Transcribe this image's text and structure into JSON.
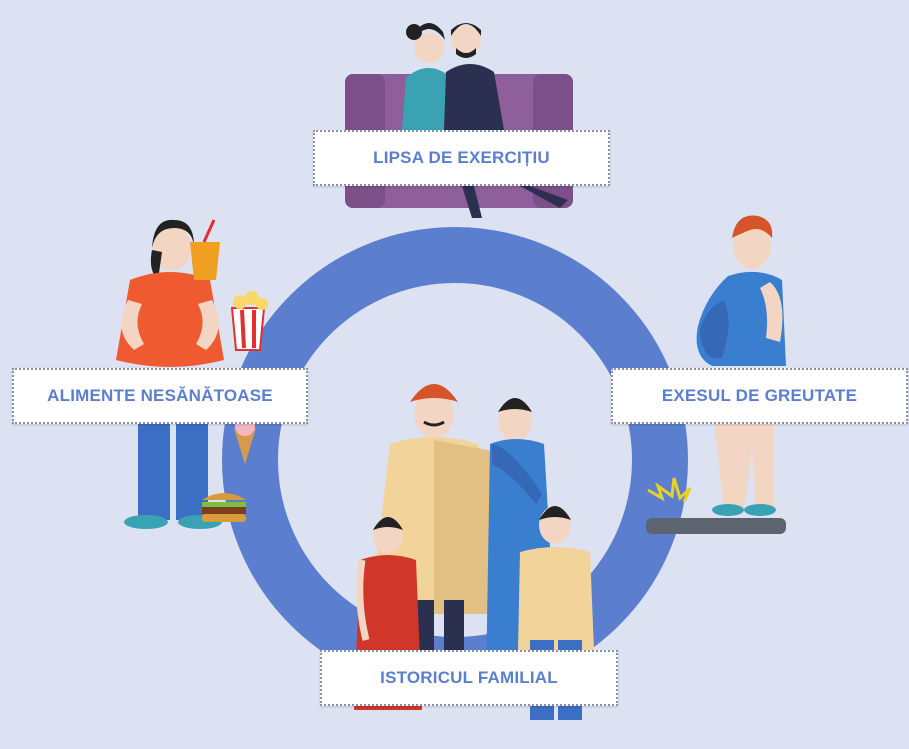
{
  "diagram": {
    "labels": {
      "top": "LIPSA DE EXERCIȚIU",
      "left": "ALIMENTE NESĂNĂTOASE",
      "right": "EXESUL DE GREUTATE",
      "bottom": "ISTORICUL FAMILIAL"
    },
    "colors": {
      "background": "#dde2f3",
      "ring": "#5b7fce",
      "label_text": "#5b7fce",
      "label_border": "#8a8fa8"
    },
    "icons": [
      "couple-on-sofa",
      "woman-eating-junk-food",
      "overweight-man-on-scale",
      "family-group"
    ]
  }
}
